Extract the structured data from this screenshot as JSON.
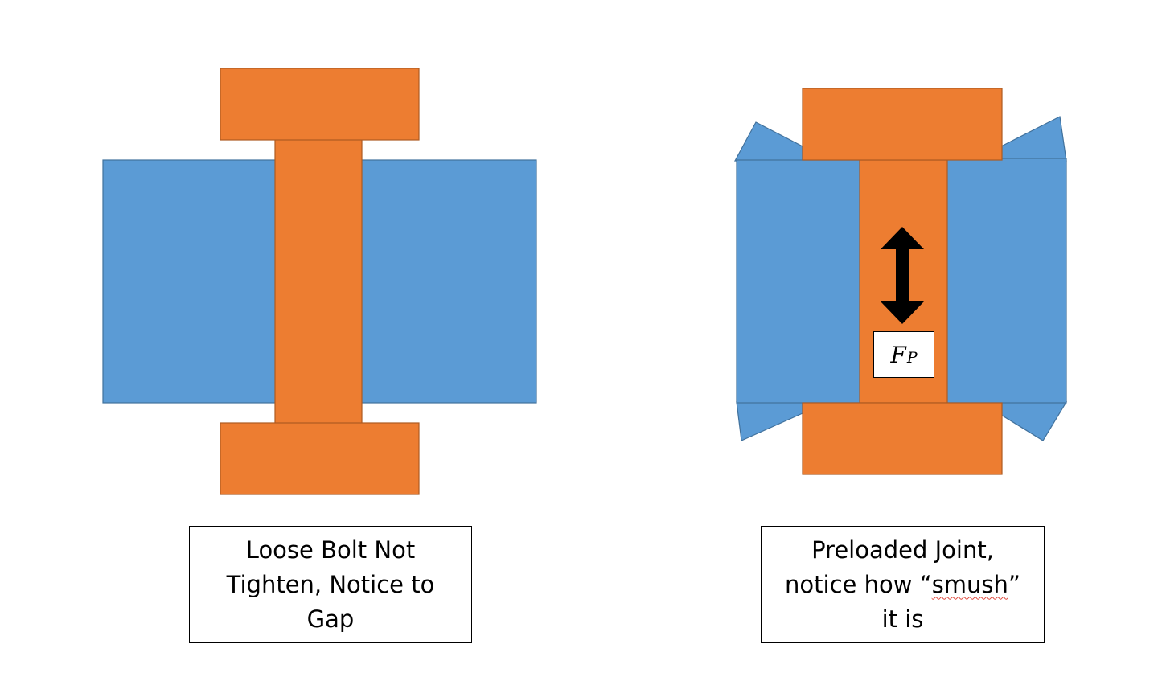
{
  "colors": {
    "plate": "#5b9bd5",
    "plate_edge": "#41719c",
    "bolt": "#ed7d31",
    "bolt_edge": "#ae5a21",
    "arrow": "#000000"
  },
  "left_diagram": {
    "caption": {
      "line1": "Loose Bolt Not",
      "line2": "Tighten, Notice to",
      "line3": "Gap"
    }
  },
  "right_diagram": {
    "force_label": {
      "symbol": "F",
      "subscript": "P"
    },
    "caption": {
      "line1": "Preloaded Joint,",
      "line2_before": "notice how “",
      "line2_word": "smush",
      "line2_after": "”",
      "line3": "it is"
    }
  }
}
